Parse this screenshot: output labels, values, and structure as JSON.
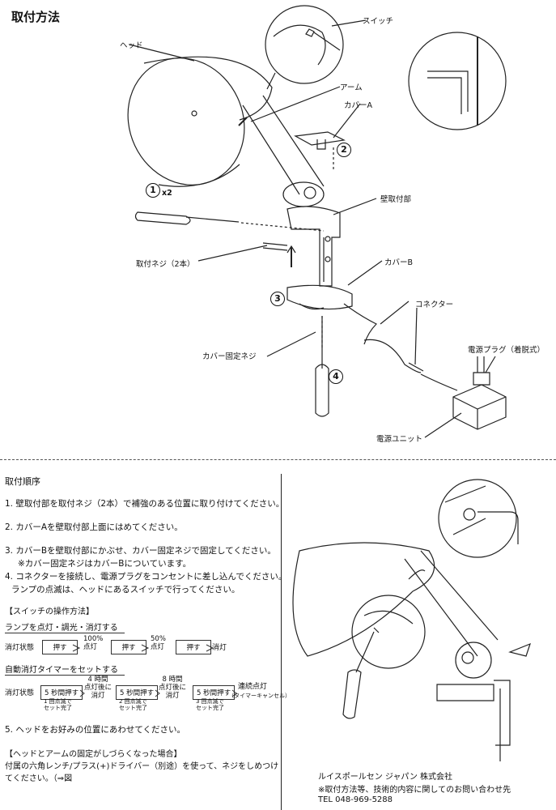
{
  "title": "取付方法",
  "labels": {
    "switch": "スイッチ",
    "head": "ヘッド",
    "arm": "アーム",
    "coverA": "カバーA",
    "wallMount": "壁取付部",
    "mountScrew": "取付ネジ（2本）",
    "coverB": "カバーB",
    "connector": "コネクター",
    "powerPlug": "電源プラグ（着脱式）",
    "coverScrew": "カバー固定ネジ",
    "powerUnit": "電源ユニット",
    "x2": "x2"
  },
  "step_numbers": [
    "1",
    "2",
    "3",
    "4"
  ],
  "procedure": {
    "heading": "取付順序",
    "step1": "1. 壁取付部を取付ネジ（2本）で補強のある位置に取り付けてください。",
    "step2": "2. カバーAを壁取付部上面にはめてください。",
    "step3a": "3. カバーBを壁取付部にかぶせ、カバー固定ネジで固定してください。",
    "step3b": "※カバー固定ネジはカバーBについています。",
    "step4a": "4. コネクターを接続し、電源プラグをコンセントに差し込んでください。",
    "step4b": "ランプの点滅は、ヘッドにあるスイッチで行ってください。",
    "switchHeading": "【スイッチの操作方法】",
    "lampSub": "ランプを点灯・調光・消灯する",
    "lampOffState": "消灯状態",
    "press": "押す",
    "on100": "100%\n点灯",
    "on50": "50%\n点灯",
    "lampOff": "消灯",
    "timerSub": "自動消灯タイマーをセットする",
    "timerOffState": "消灯状態",
    "press5": "5 秒間押す",
    "blink1": "1 回点滅で\nセット完了",
    "h4": "4 時間\n点灯後に\n消灯",
    "blink2": "2 回点滅で\nセット完了",
    "h8": "8 時間\n点灯後に\n消灯",
    "blink3": "3 回点滅で\nセット完了",
    "continuous": "連続点灯",
    "timerCancel": "（タイマーキャンセル）",
    "step5": "5. ヘッドをお好みの位置にあわせてください。",
    "looseHeading": "【ヘッドとアームの固定がしづらくなった場合】",
    "loose1": "付属の六角レンチ/プラス(+)ドライバー（別途）を使って、ネジをしめつけ",
    "loose2": "てください。（⇒図"
  },
  "company": {
    "name": "ルイスポールセン ジャパン 株式会社",
    "note": "※取付方法等、技術的内容に関してのお問い合わせ先",
    "tel": "TEL 048-969-5288"
  }
}
